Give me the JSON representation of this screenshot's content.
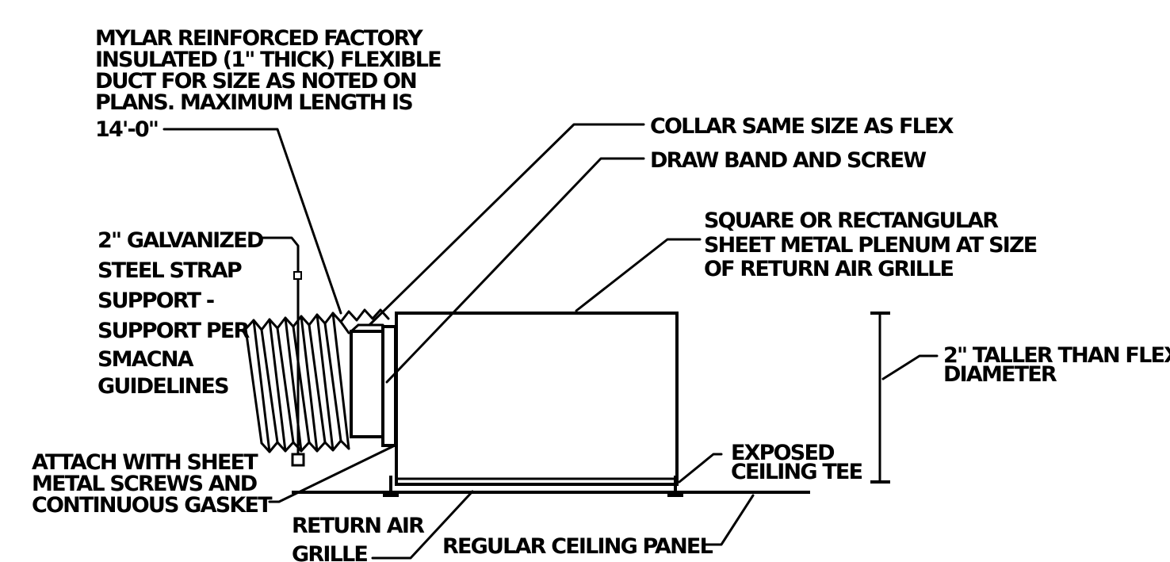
{
  "diagram": {
    "labels": {
      "flex_duct": [
        "MYLAR REINFORCED FACTORY",
        "INSULATED (1\" THICK) FLEXIBLE",
        "DUCT FOR SIZE AS NOTED ON",
        "PLANS. MAXIMUM LENGTH IS",
        "14'-0\""
      ],
      "collar": "COLLAR SAME SIZE AS FLEX",
      "draw_band": "DRAW BAND AND SCREW",
      "plenum": [
        "SQUARE OR RECTANGULAR",
        "SHEET METAL PLENUM AT SIZE",
        "OF RETURN AIR GRILLE"
      ],
      "strap": [
        "2\" GALVANIZED",
        "STEEL STRAP",
        "SUPPORT -",
        "SUPPORT PER",
        "SMACNA",
        "GUIDELINES"
      ],
      "taller": [
        "2\" TALLER THAN FLEX",
        "DIAMETER"
      ],
      "ceiling_tee": [
        "EXPOSED",
        "CEILING TEE"
      ],
      "attach": [
        "ATTACH WITH SHEET",
        "METAL SCREWS AND",
        "CONTINUOUS GASKET"
      ],
      "grille": [
        "RETURN AIR",
        "GRILLE"
      ],
      "ceiling_panel": "REGULAR CEILING PANEL"
    }
  }
}
